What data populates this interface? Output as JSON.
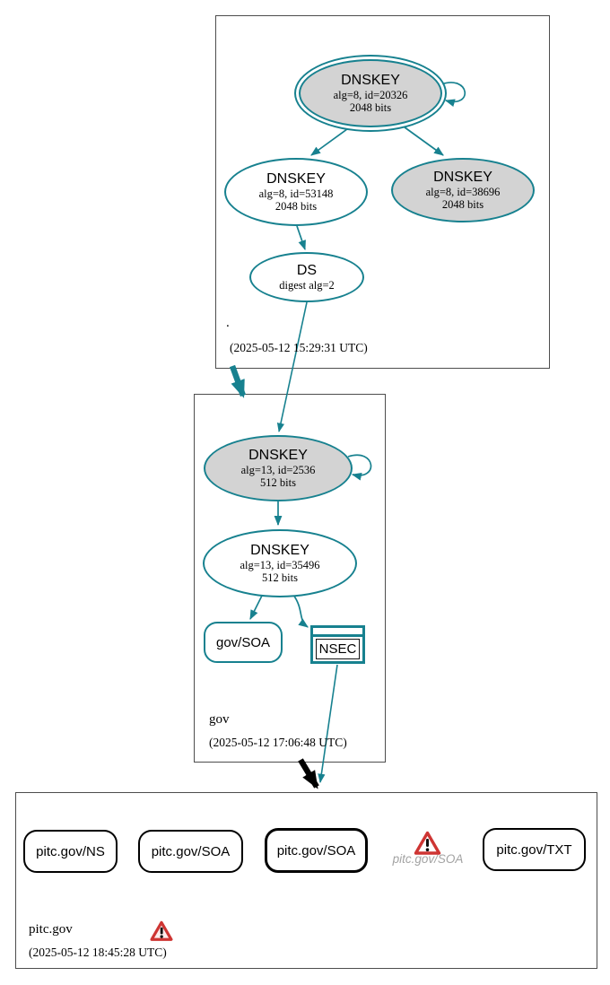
{
  "colors": {
    "teal": "#17818f",
    "gray_fill": "#d3d3d3",
    "box_border": "#4d4d4d",
    "warning_red": "#ce3533",
    "muted_text": "#a3a3a3",
    "black": "#000000"
  },
  "zones": [
    {
      "label": ".",
      "timestamp": "(2025-05-12 15:29:31 UTC)",
      "nodes": {
        "ksk": {
          "title": "DNSKEY",
          "detail1": "alg=8, id=20326",
          "detail2": "2048 bits"
        },
        "zsk": {
          "title": "DNSKEY",
          "detail1": "alg=8, id=53148",
          "detail2": "2048 bits"
        },
        "ksk2": {
          "title": "DNSKEY",
          "detail1": "alg=8, id=38696",
          "detail2": "2048 bits"
        },
        "ds": {
          "title": "DS",
          "detail1": "digest alg=2"
        }
      }
    },
    {
      "label": "gov",
      "timestamp": "(2025-05-12 17:06:48 UTC)",
      "nodes": {
        "ksk": {
          "title": "DNSKEY",
          "detail1": "alg=13, id=2536",
          "detail2": "512 bits"
        },
        "zsk": {
          "title": "DNSKEY",
          "detail1": "alg=13, id=35496",
          "detail2": "512 bits"
        },
        "soa": {
          "label": "gov/SOA"
        },
        "nsec": {
          "label": "NSEC"
        }
      }
    },
    {
      "label": "pitc.gov",
      "timestamp": "(2025-05-12 18:45:28 UTC)",
      "nodes": {
        "ns": {
          "label": "pitc.gov/NS"
        },
        "soa1": {
          "label": "pitc.gov/SOA"
        },
        "soa2": {
          "label": "pitc.gov/SOA"
        },
        "soa_warning": {
          "label": "pitc.gov/SOA"
        },
        "txt": {
          "label": "pitc.gov/TXT"
        }
      }
    }
  ]
}
